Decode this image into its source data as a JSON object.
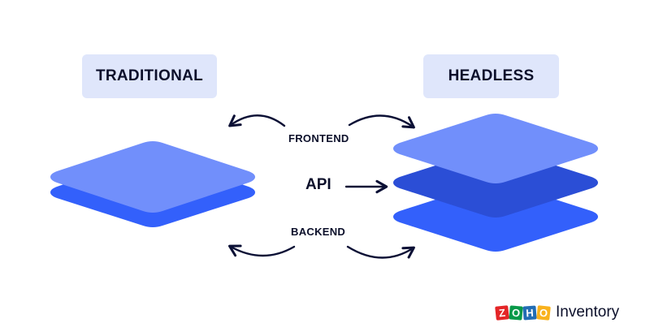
{
  "architectures": {
    "traditional": "TRADITIONAL",
    "headless": "HEADLESS"
  },
  "layers": {
    "frontend": "FRONTEND",
    "api": "API",
    "backend": "BACKEND"
  },
  "brand": {
    "letters": [
      "Z",
      "O",
      "H",
      "O"
    ],
    "letter_colors": [
      "#e42527",
      "#089949",
      "#226db4",
      "#f9b21d"
    ],
    "product": "Inventory"
  },
  "colors": {
    "tag_background": "#dfe6fb",
    "layer_light": "#718ffb",
    "layer_dark": "#2b4ed6",
    "layer_bright": "#3360fb",
    "arrow": "#0b1035",
    "text": "#0b0f2a"
  }
}
